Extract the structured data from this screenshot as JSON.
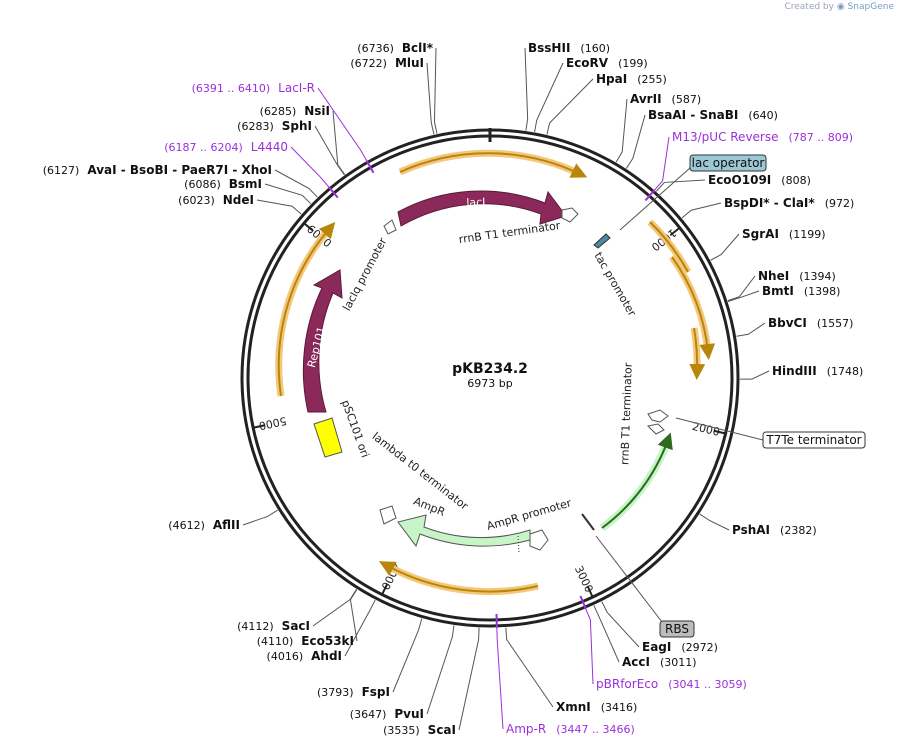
{
  "brand": {
    "created_by": "Created by",
    "product": "SnapGene"
  },
  "plasmid": {
    "name": "pKB234.2",
    "length": "6973 bp",
    "total_bp": 6973
  },
  "ticks": [
    {
      "bp": 1000,
      "label": "1000"
    },
    {
      "bp": 2000,
      "label": "2000"
    },
    {
      "bp": 3000,
      "label": "3000"
    },
    {
      "bp": 4000,
      "label": "4000"
    },
    {
      "bp": 5000,
      "label": "5000"
    },
    {
      "bp": 6000,
      "label": "6000"
    }
  ],
  "sites": [
    {
      "name": "BclI",
      "star": true,
      "pos": "(6736)",
      "bp": 6736,
      "side": "left"
    },
    {
      "name": "MluI",
      "star": false,
      "pos": "(6722)",
      "bp": 6722,
      "side": "left"
    },
    {
      "name": "BssHII",
      "star": false,
      "pos": "(160)",
      "bp": 160,
      "side": "right"
    },
    {
      "name": "EcoRV",
      "star": false,
      "pos": "(199)",
      "bp": 199,
      "side": "right"
    },
    {
      "name": "HpaI",
      "star": false,
      "pos": "(255)",
      "bp": 255,
      "side": "right"
    },
    {
      "name": "AvrII",
      "star": false,
      "pos": "(587)",
      "bp": 587,
      "side": "right"
    },
    {
      "name": "BsaAI - SnaBI",
      "star": false,
      "pos": "(640)",
      "bp": 640,
      "side": "right"
    },
    {
      "name": "EcoO109I",
      "star": false,
      "pos": "(808)",
      "bp": 808,
      "side": "right"
    },
    {
      "name": "BspDI* - ClaI*",
      "star": false,
      "pos": "(972)",
      "bp": 972,
      "side": "right"
    },
    {
      "name": "SgrAI",
      "star": false,
      "pos": "(1199)",
      "bp": 1199,
      "side": "right"
    },
    {
      "name": "NheI",
      "star": false,
      "pos": "(1394)",
      "bp": 1394,
      "side": "right"
    },
    {
      "name": "BmtI",
      "star": false,
      "pos": "(1398)",
      "bp": 1398,
      "side": "right"
    },
    {
      "name": "BbvCI",
      "star": false,
      "pos": "(1557)",
      "bp": 1557,
      "side": "right"
    },
    {
      "name": "HindIII",
      "star": false,
      "pos": "(1748)",
      "bp": 1748,
      "side": "right"
    },
    {
      "name": "PshAI",
      "star": false,
      "pos": "(2382)",
      "bp": 2382,
      "side": "right"
    },
    {
      "name": "EagI",
      "star": false,
      "pos": "(2972)",
      "bp": 2972,
      "side": "right"
    },
    {
      "name": "AccI",
      "star": false,
      "pos": "(3011)",
      "bp": 3011,
      "side": "right"
    },
    {
      "name": "XmnI",
      "star": false,
      "pos": "(3416)",
      "bp": 3416,
      "side": "right"
    },
    {
      "name": "ScaI",
      "star": false,
      "pos": "(3535)",
      "bp": 3535,
      "side": "left"
    },
    {
      "name": "PvuI",
      "star": false,
      "pos": "(3647)",
      "bp": 3647,
      "side": "left"
    },
    {
      "name": "FspI",
      "star": false,
      "pos": "(3793)",
      "bp": 3793,
      "side": "left"
    },
    {
      "name": "AhdI",
      "star": false,
      "pos": "(4016)",
      "bp": 4016,
      "side": "left"
    },
    {
      "name": "Eco53kI",
      "star": false,
      "pos": "(4110)",
      "bp": 4110,
      "side": "left"
    },
    {
      "name": "SacI",
      "star": false,
      "pos": "(4112)",
      "bp": 4112,
      "side": "left"
    },
    {
      "name": "AflII",
      "star": false,
      "pos": "(4612)",
      "bp": 4612,
      "side": "left"
    },
    {
      "name": "NdeI",
      "star": false,
      "pos": "(6023)",
      "bp": 6023,
      "side": "left"
    },
    {
      "name": "BsmI",
      "star": false,
      "pos": "(6086)",
      "bp": 6086,
      "side": "left"
    },
    {
      "name": "AvaI - BsoBI - PaeR7I - XhoI",
      "star": false,
      "pos": "(6127)",
      "bp": 6127,
      "side": "left"
    },
    {
      "name": "SphI",
      "star": false,
      "pos": "(6283)",
      "bp": 6283,
      "side": "left"
    },
    {
      "name": "NsiI",
      "star": false,
      "pos": "(6285)",
      "bp": 6285,
      "side": "left"
    }
  ],
  "primers": [
    {
      "name": "LacI-R",
      "range": "(6391 .. 6410)",
      "bp": 6400,
      "side": "left"
    },
    {
      "name": "L4440",
      "range": "(6187 .. 6204)",
      "bp": 6195,
      "side": "left"
    },
    {
      "name": "M13/pUC Reverse",
      "range": "(787 .. 809)",
      "bp": 798,
      "side": "right"
    },
    {
      "name": "pBRforEco",
      "range": "(3041 .. 3059)",
      "bp": 3050,
      "side": "right"
    },
    {
      "name": "Amp-R",
      "range": "(3447 .. 3466)",
      "bp": 3456,
      "side": "right"
    }
  ],
  "boxed_features": [
    {
      "name": "lac operator",
      "bp": 760,
      "style": "blue"
    },
    {
      "name": "T7Te terminator",
      "bp": 2010,
      "style": "white"
    },
    {
      "name": "RBS",
      "bp": 2960,
      "style": "gray"
    }
  ],
  "features": [
    {
      "name": "lacI",
      "label_inside": true,
      "color": "#8b2a5a"
    },
    {
      "name": "Rep101",
      "label_inside": true,
      "color": "#8b2a5a"
    },
    {
      "name": "AmpR",
      "label_inside": false,
      "color": "#c8f5c8"
    },
    {
      "name": "pSC101 ori",
      "color": "#ffff00"
    },
    {
      "name": "rrnB T1 terminator"
    },
    {
      "name": "tac promoter"
    },
    {
      "name": "lacIq promoter"
    },
    {
      "name": "AmpR promoter"
    },
    {
      "name": "lambda t0 terminator"
    }
  ],
  "colors": {
    "enzyme_text": "#000000",
    "primer": "#9b30d9",
    "feature_dark": "#8b2a5a",
    "orf_highlight": "#f5c77a",
    "orf_arrow": "#b8860b",
    "ampr_fill": "#c8f5c8",
    "ori_fill": "#ffff00",
    "lac_operator_fill": "#9cc7d6"
  }
}
